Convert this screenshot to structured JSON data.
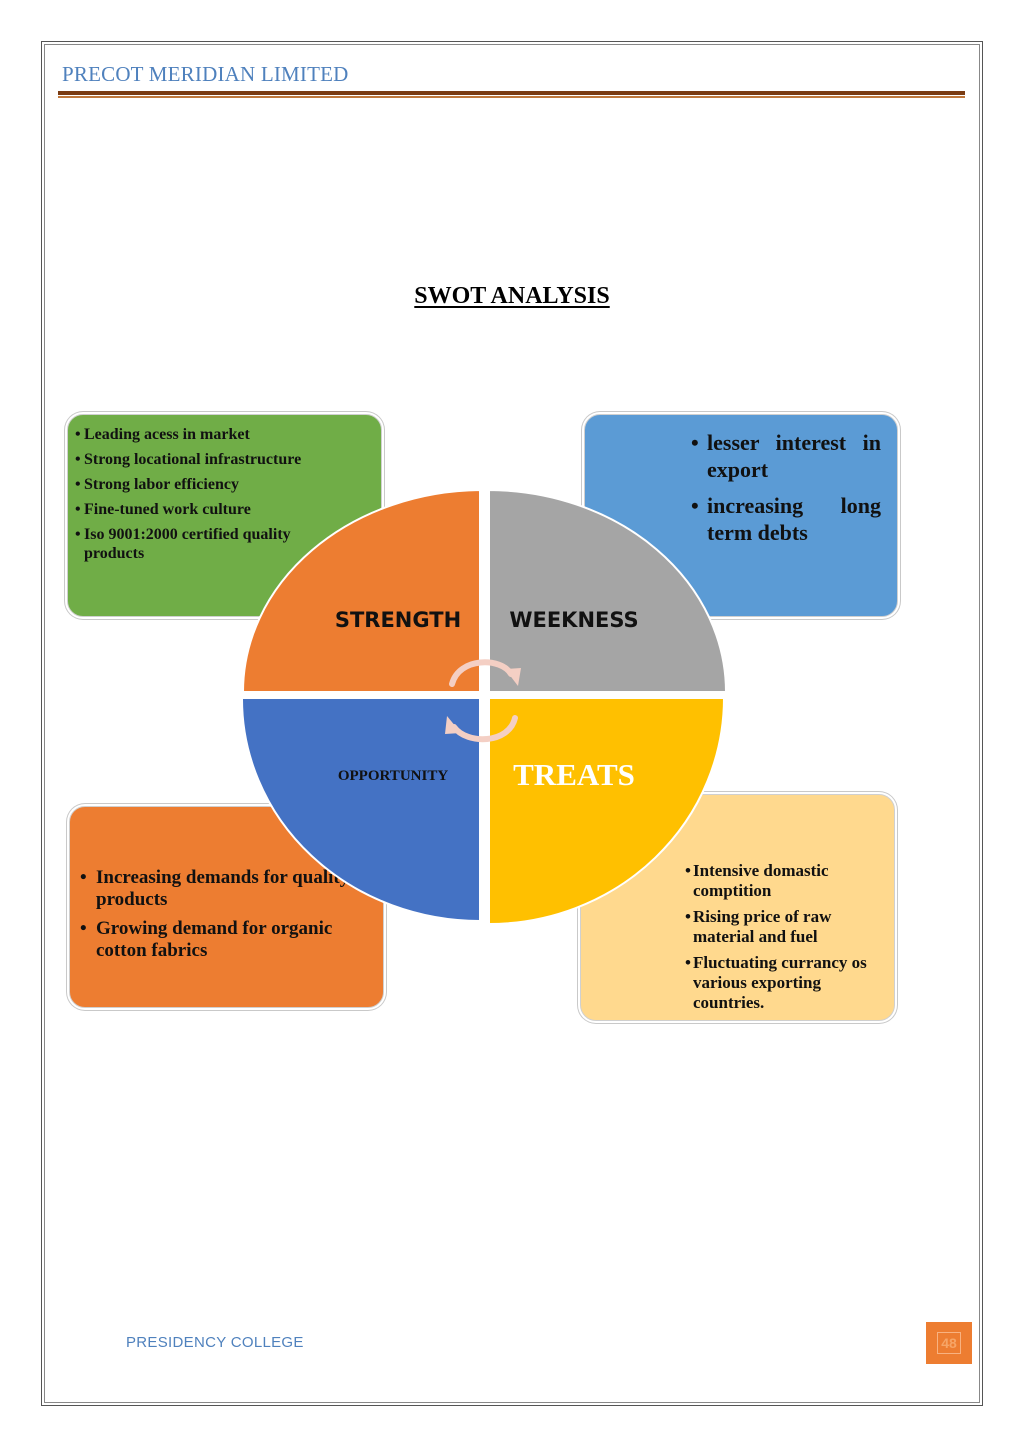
{
  "header": {
    "title": "PRECOT MERIDIAN LIMITED"
  },
  "heading": "SWOT ANALYSIS",
  "swot": {
    "strength": {
      "label": "STRENGTH",
      "items": [
        "Leading acess in market",
        "Strong locational infrastructure",
        "Strong labor efficiency",
        "Fine-tuned work culture",
        "Iso 9001:2000 certified quality products"
      ]
    },
    "weakness": {
      "label": "WEEKNESS",
      "items": [
        "lesser interest in export",
        "increasing long term debts"
      ]
    },
    "opportunity": {
      "label": "OPPORTUNITY",
      "items": [
        "Increasing demands for quality products",
        "Growing demand for organic cotton fabrics"
      ]
    },
    "threats": {
      "label": "TREATS",
      "items": [
        "Intensive domastic comptition",
        "Rising price of raw material and fuel",
        "Fluctuating currancy os various exporting countries."
      ]
    }
  },
  "colors": {
    "strength": "#ed7d31",
    "weakness": "#a5a5a5",
    "opportunity": "#4472c4",
    "threats": "#ffc000",
    "strength_box": "#70ad47",
    "weakness_box": "#5b9bd5",
    "opportunity_box": "#ed7d31",
    "threats_box": "#ffd98e",
    "header_text": "#4f81bd",
    "header_rule": "#7a3b12"
  },
  "footer": {
    "left": "PRESIDENCY COLLEGE",
    "page": "48"
  }
}
